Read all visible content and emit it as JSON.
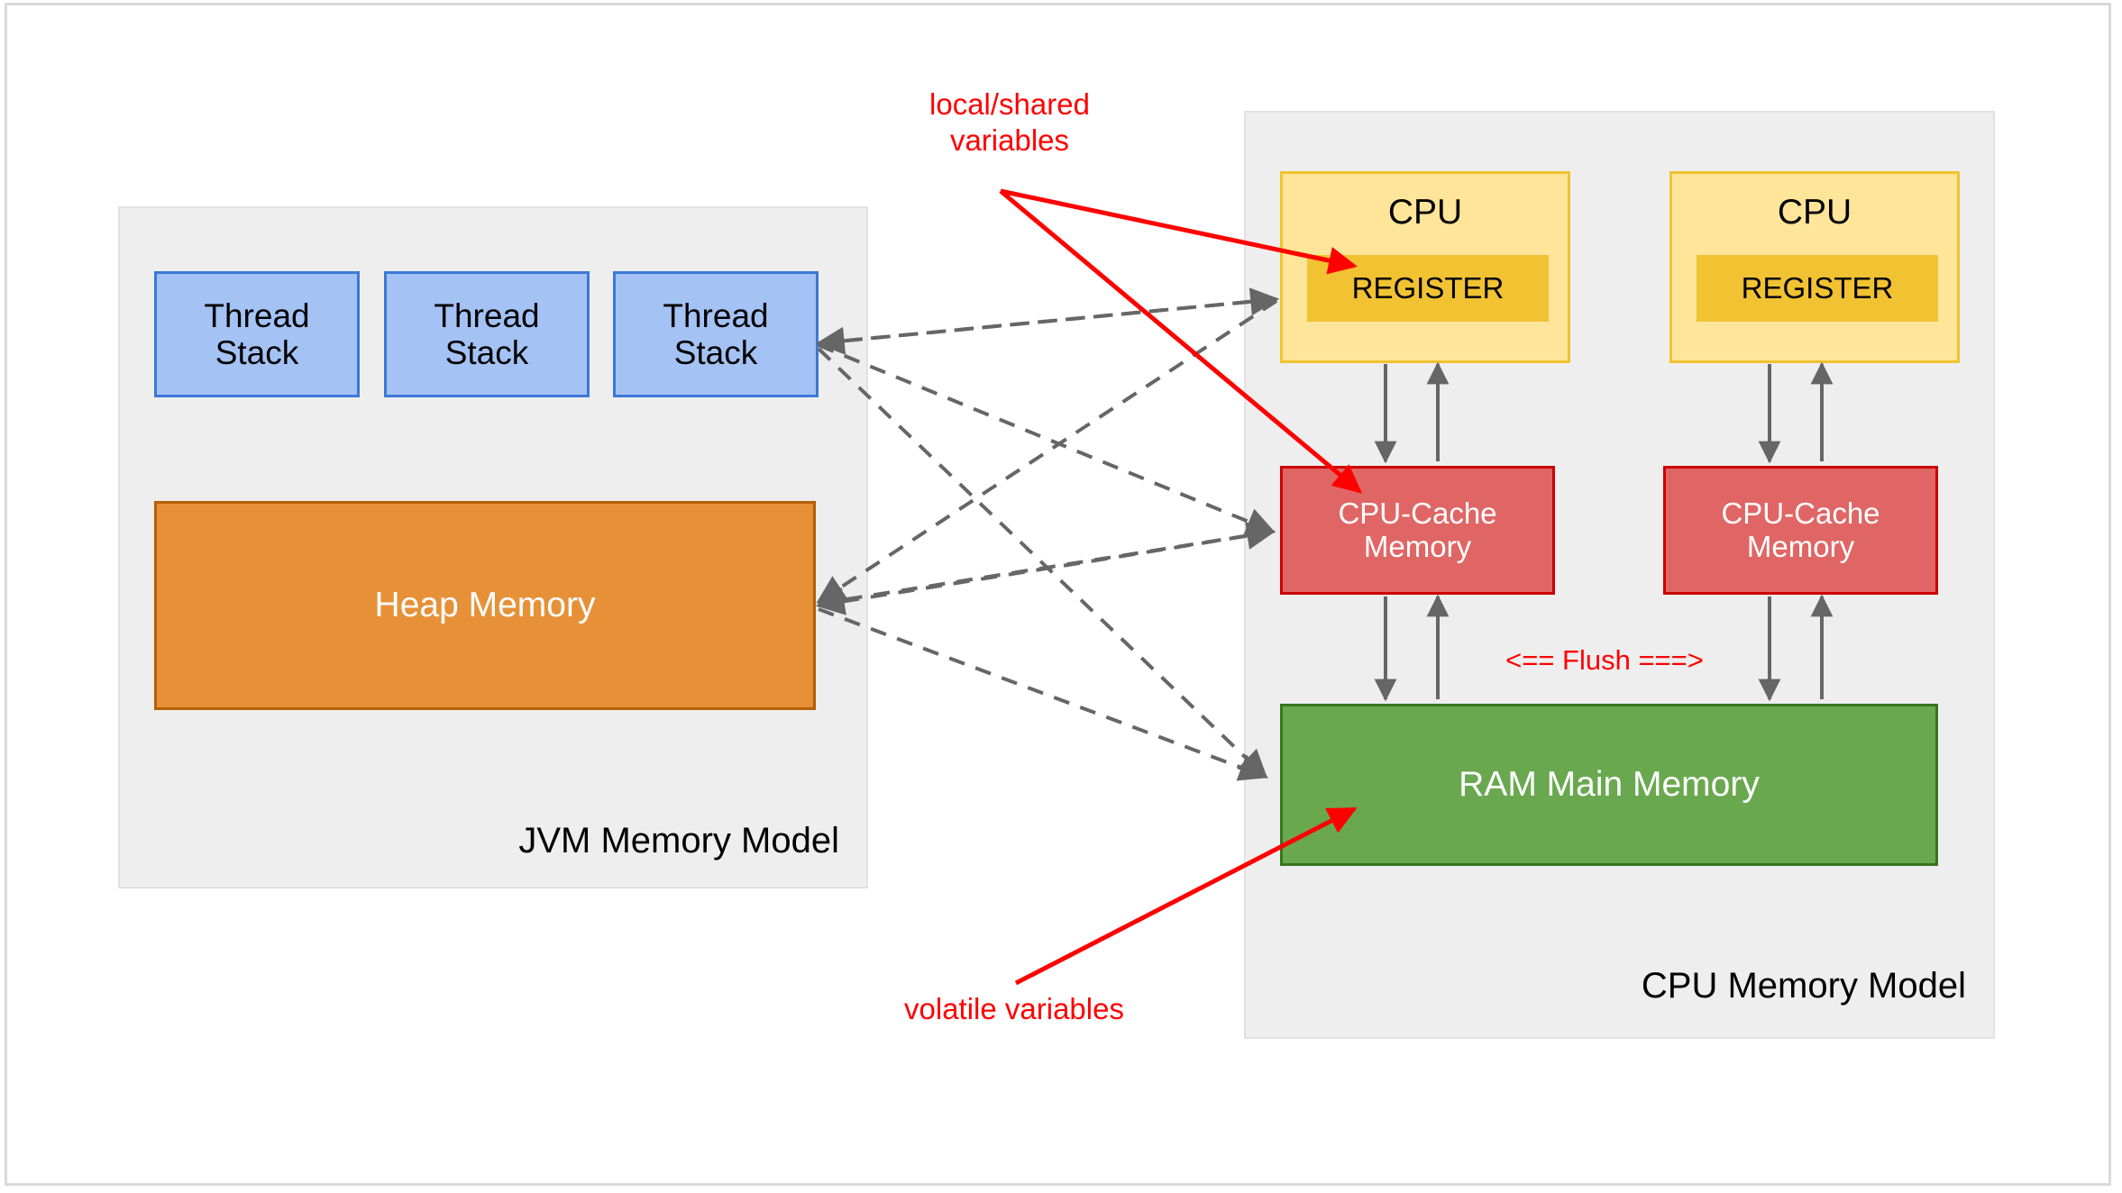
{
  "diagram": {
    "title": "JVM Memory Model and CPU Memory Model",
    "panels": {
      "jvm": {
        "title": "JVM Memory Model"
      },
      "cpu": {
        "title": "CPU Memory Model"
      }
    },
    "jvm_blocks": {
      "thread_stacks": [
        "Thread\nStack",
        "Thread\nStack",
        "Thread\nStack"
      ],
      "heap": "Heap Memory"
    },
    "cpu_blocks": {
      "cpus": [
        {
          "label": "CPU",
          "register": "REGISTER"
        },
        {
          "label": "CPU",
          "register": "REGISTER"
        }
      ],
      "caches": [
        "CPU-Cache\nMemory",
        "CPU-Cache\nMemory"
      ],
      "ram": "RAM Main Memory"
    },
    "annotations": {
      "local_shared": "local/shared\nvariables",
      "volatile": "volatile variables",
      "flush": "<== Flush ===>"
    },
    "colors": {
      "thread_stack_fill": "#a4c2f4",
      "thread_stack_stroke": "#3c78d8",
      "heap_fill": "#e69138",
      "heap_stroke": "#b45f06",
      "cpu_fill": "#ffe599",
      "cpu_stroke": "#f1c232",
      "register_fill": "#f1c232",
      "cache_fill": "#e06666",
      "cache_stroke": "#cc0000",
      "ram_fill": "#6aa84f",
      "ram_stroke": "#38761d",
      "panel_fill": "#eeeeee",
      "annotation_red": "#ff0000",
      "connector_gray": "#666666"
    }
  }
}
